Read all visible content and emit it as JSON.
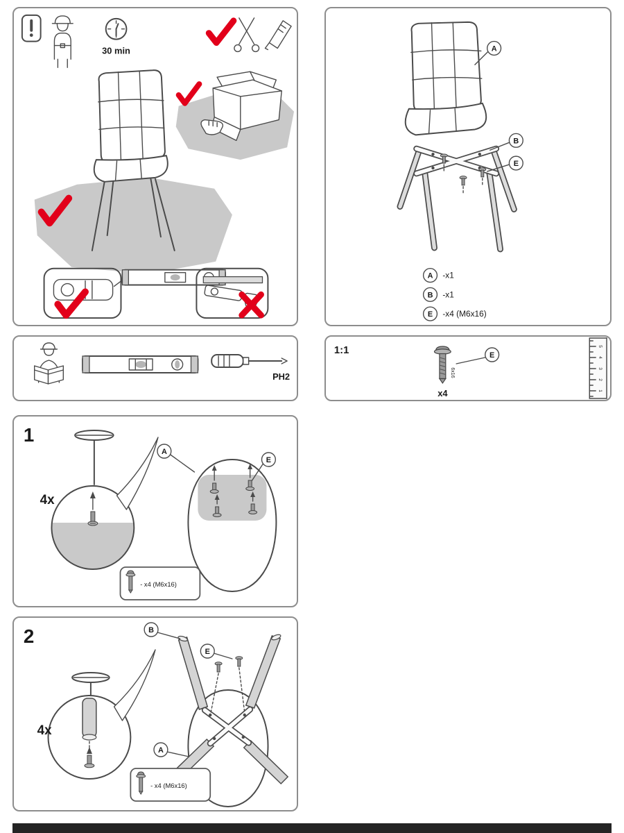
{
  "colors": {
    "accent_red": "#e2001a",
    "line_color": "#4a4a4a",
    "gray_fill": "#c9c9c9"
  },
  "prep": {
    "time_label": "30 min"
  },
  "parts": {
    "label_a": "A",
    "label_b": "B",
    "label_e": "E",
    "legend": [
      {
        "part": "A",
        "qty": "-x1"
      },
      {
        "part": "B",
        "qty": "-x1"
      },
      {
        "part": "E",
        "qty": "-x4 (M6x16)"
      }
    ]
  },
  "tools": {
    "screwdriver_label": "PH2"
  },
  "scale": {
    "ratio_label": "1:1",
    "part_label": "E",
    "screw_dim": "6x16",
    "qty_label": "x4",
    "ruler_numbers": [
      "5",
      "4",
      "3",
      "2",
      "1"
    ]
  },
  "steps": [
    {
      "number": "1",
      "repeat_label": "4x",
      "label_a": "A",
      "label_e": "E",
      "hardware_note": "- x4 (M6x16)"
    },
    {
      "number": "2",
      "repeat_label": "4x",
      "label_a": "A",
      "label_b": "B",
      "label_e": "E",
      "hardware_note": "- x4 (M6x16)"
    }
  ]
}
